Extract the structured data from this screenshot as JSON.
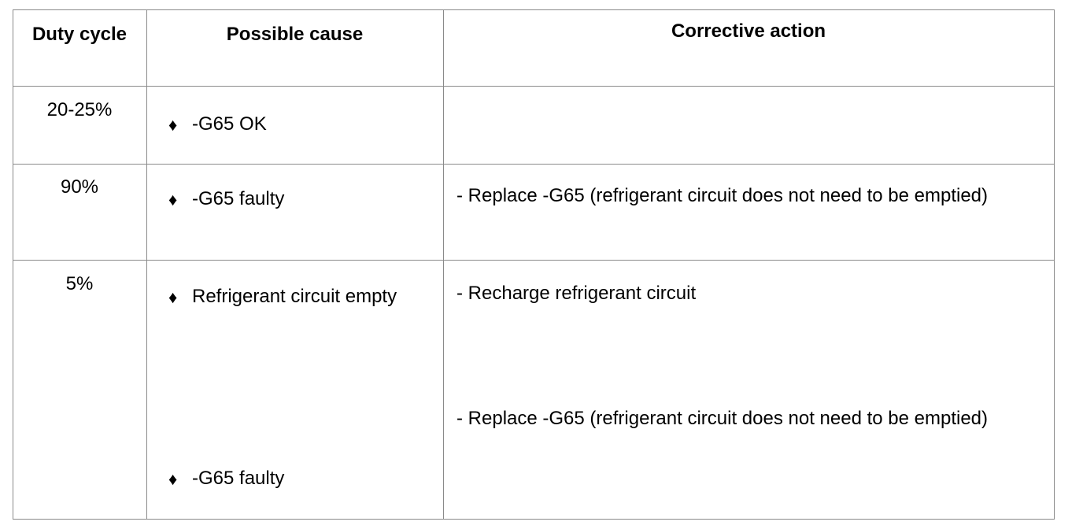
{
  "headers": {
    "duty_cycle": "Duty cycle",
    "possible_cause": "Possible cause",
    "corrective_action": "Corrective action"
  },
  "rows": [
    {
      "duty": "20-25%",
      "causes": [
        "-G65 OK"
      ],
      "actions": []
    },
    {
      "duty": "90%",
      "causes": [
        "-G65 faulty"
      ],
      "actions": [
        "- Replace -G65 (refrigerant circuit does not need to be emptied)"
      ]
    },
    {
      "duty": "5%",
      "causes": [
        "Refrigerant circuit empty",
        "-G65 faulty"
      ],
      "actions": [
        "- Recharge refrigerant circuit",
        "- Replace -G65 (refrigerant circuit does not need to be emptied)"
      ]
    }
  ],
  "bullet_icon": "diamond-bullet-icon"
}
